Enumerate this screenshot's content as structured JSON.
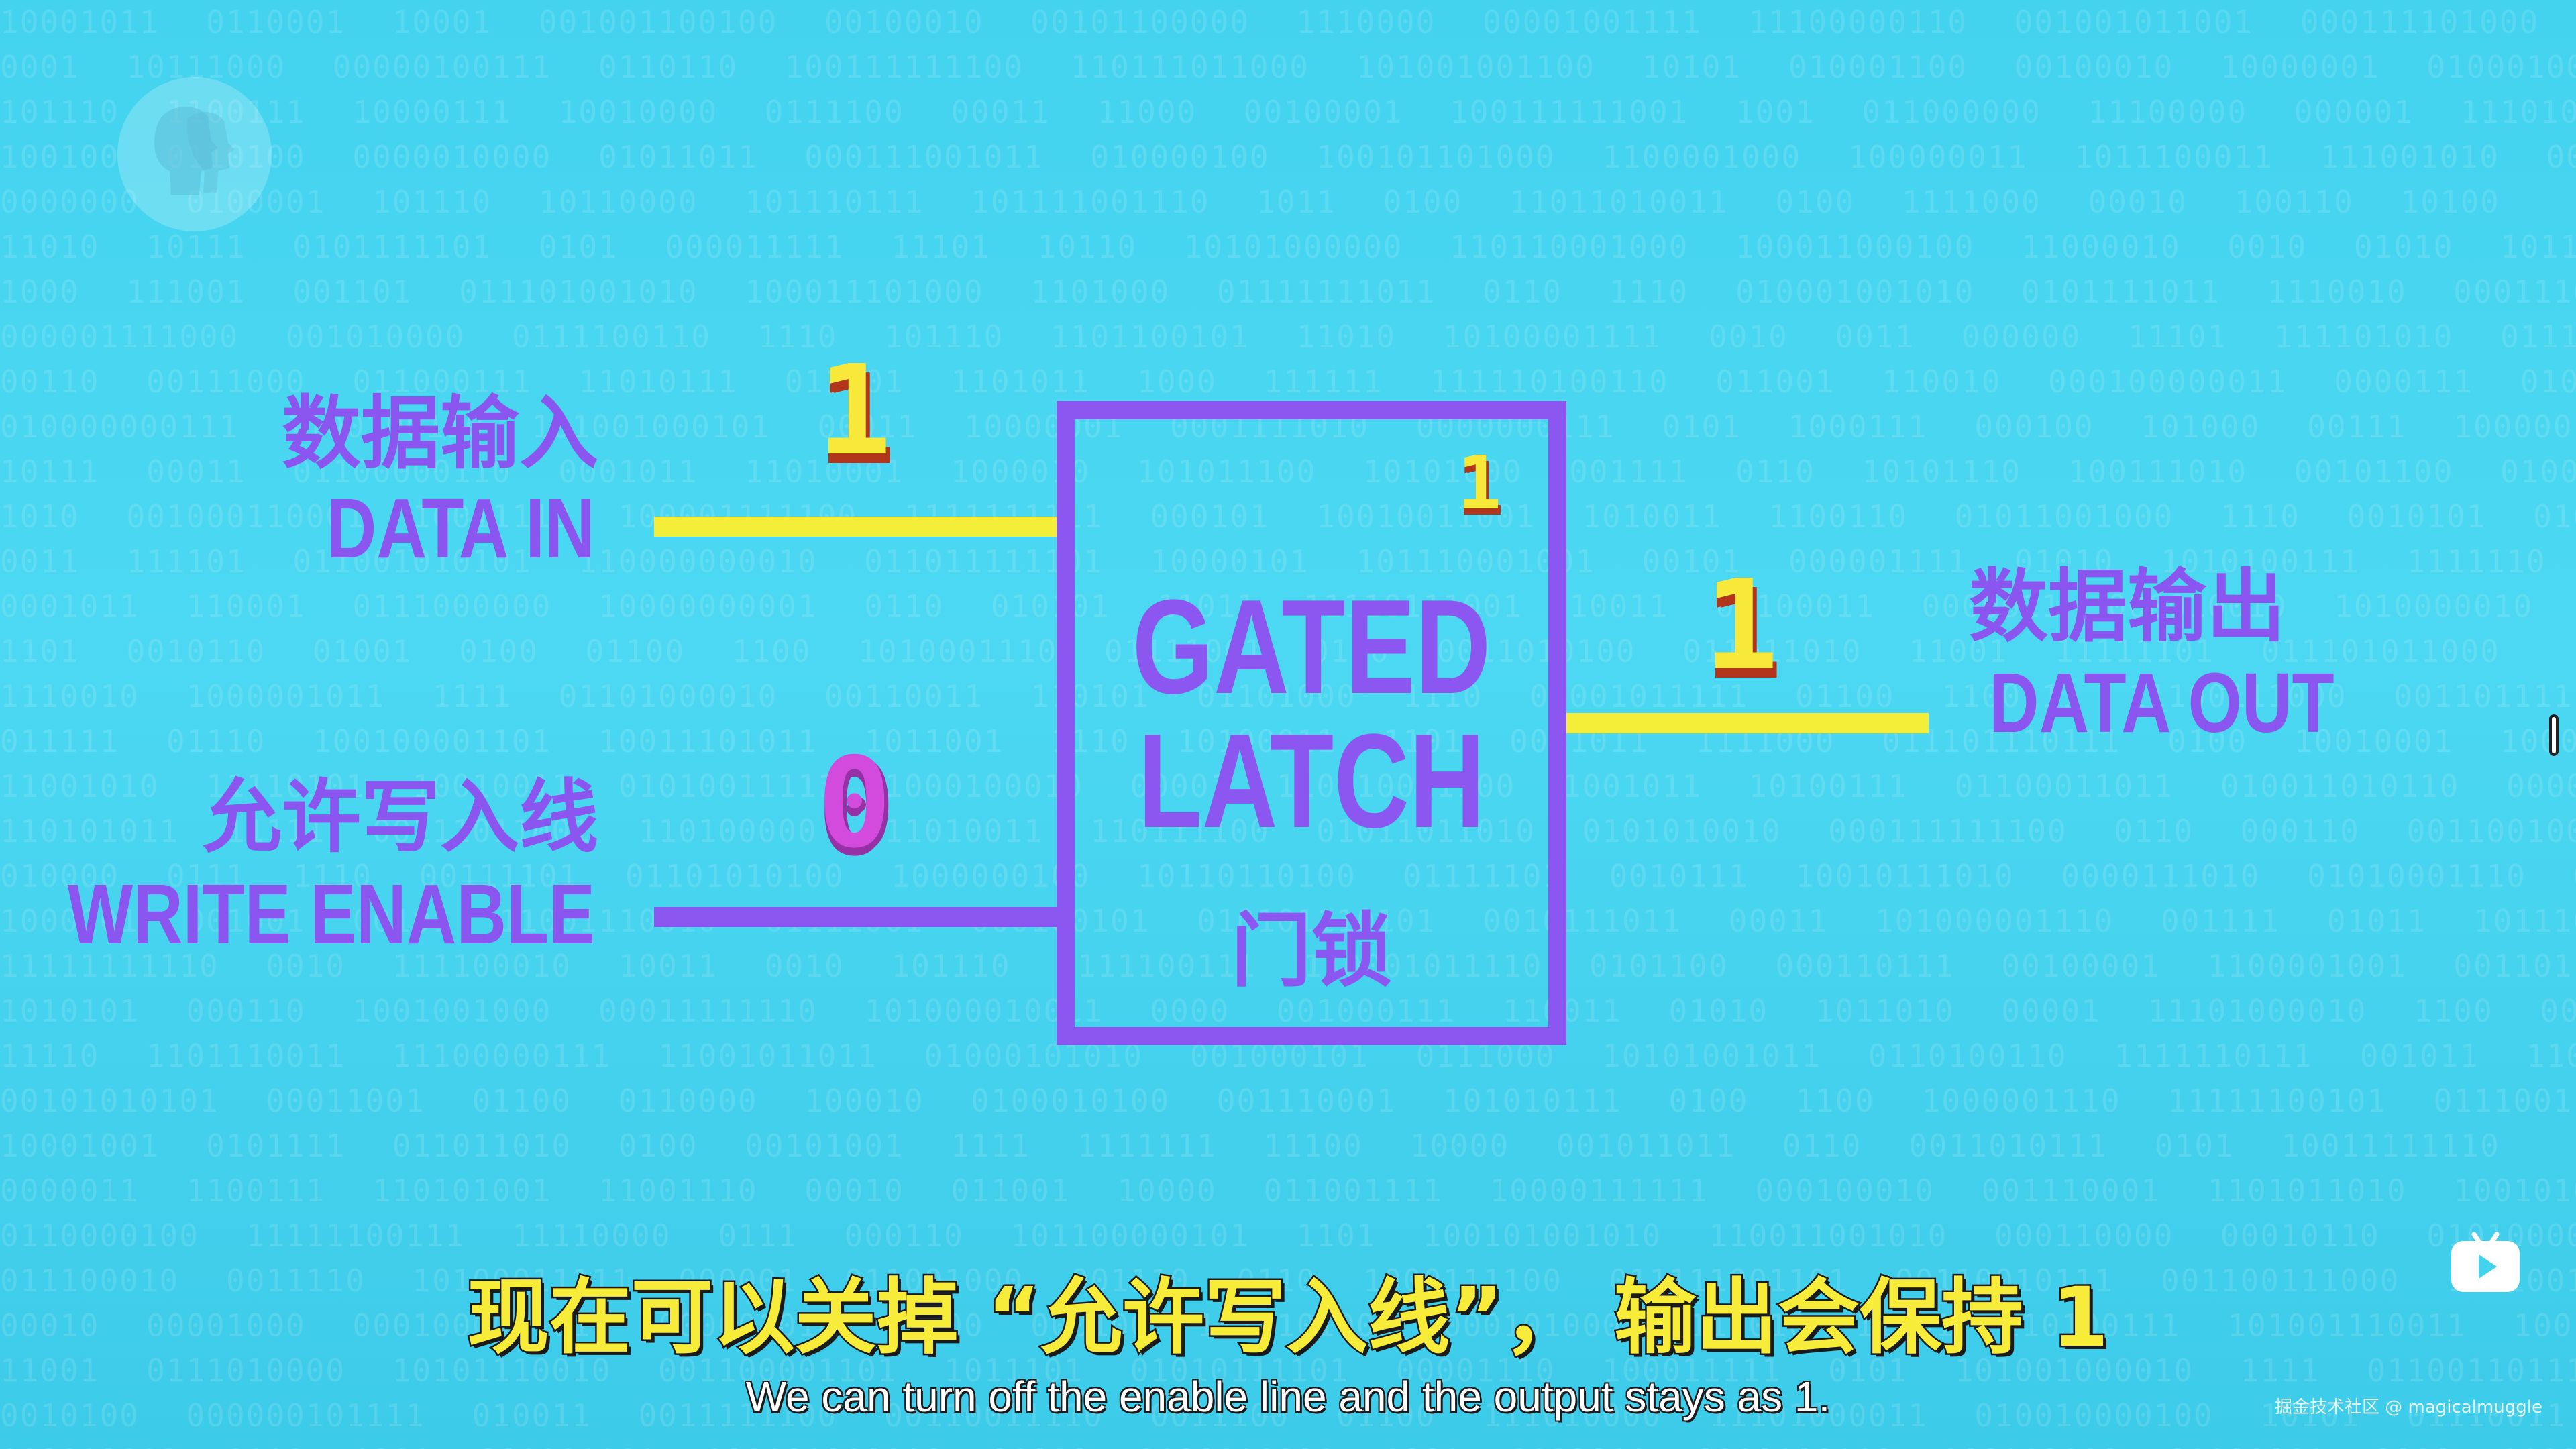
{
  "background_pattern": "binary-digits",
  "logo": {
    "icon": "pbs-head-logo"
  },
  "diagram": {
    "data_in": {
      "label_cn": "数据输入",
      "label_en": "DATA IN",
      "value": "1"
    },
    "write_enable": {
      "label_cn": "允许写入线",
      "label_en": "WRITE ENABLE",
      "value": "0"
    },
    "data_out": {
      "label_cn": "数据输出",
      "label_en": "DATA OUT",
      "value": "1"
    },
    "latch": {
      "title": "GATED\nLATCH",
      "title_cn": "门锁",
      "stored_value": "1"
    }
  },
  "subtitles": {
    "cn": "现在可以关掉 “允许写入线”， 输出会保持 1",
    "en": "We can turn off the enable line and the output stays as 1."
  },
  "watermark": "掘金技术社区 @ magicalmuggle",
  "colors": {
    "background": "#43d3ef",
    "purple": "#8c57f0",
    "yellow": "#f4ee39",
    "digit_shadow": "#b0351b",
    "zero_pink": "#d34bdc"
  },
  "icons": {
    "play": "play-icon",
    "scroll": "scroll-handle"
  }
}
